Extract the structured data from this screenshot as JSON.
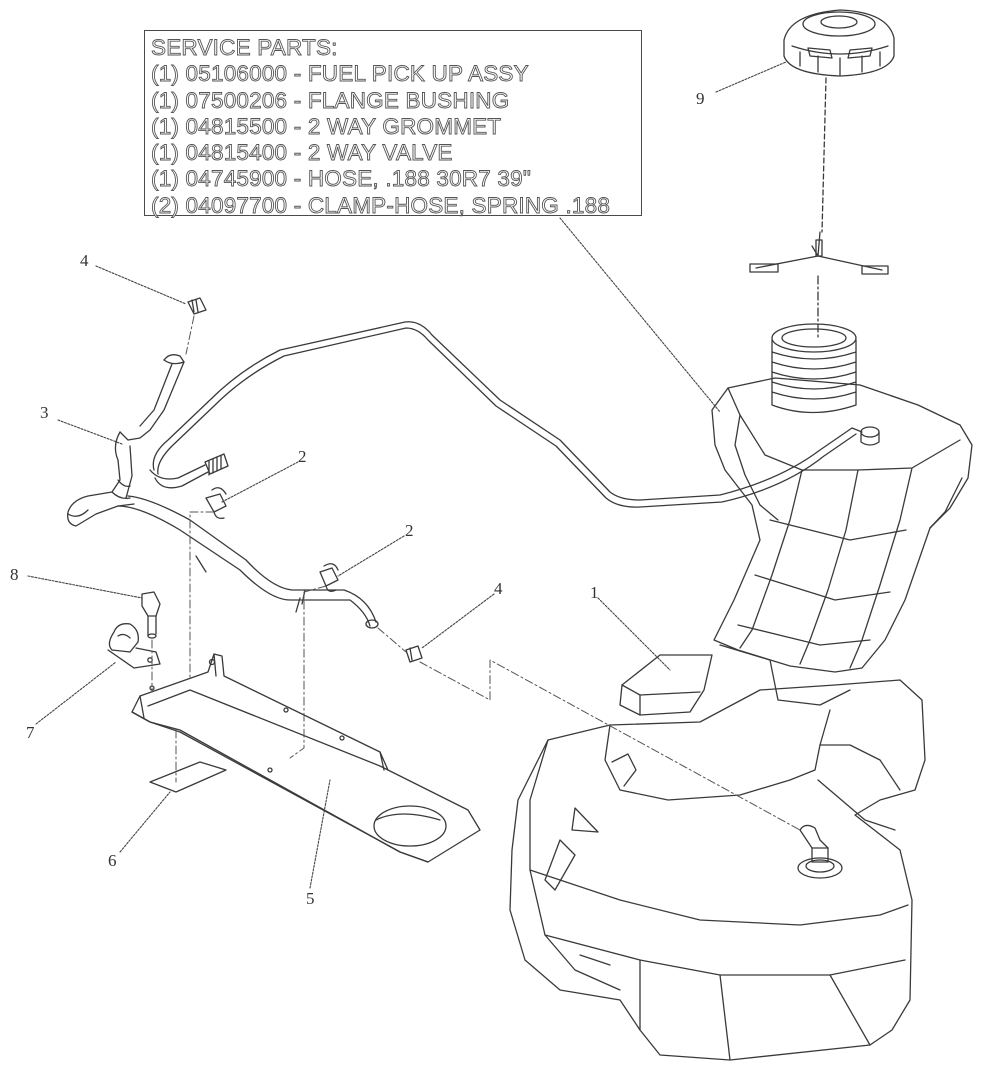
{
  "service_parts": {
    "title": "SERVICE PARTS:",
    "items": [
      "(1) 05106000 - FUEL PICK UP ASSY",
      "(1) 07500206 - FLANGE BUSHING",
      "(1) 04815500 - 2 WAY GROMMET",
      "(1) 04815400 - 2 WAY VALVE",
      "(1) 04745900 - HOSE, .188 30R7 39\"",
      "(2) 04097700 - CLAMP-HOSE, SPRING .188"
    ]
  },
  "callouts": [
    {
      "label": "1",
      "part": "fuel-tank"
    },
    {
      "label": "2",
      "part": "hose-clamp-upper"
    },
    {
      "label": "2",
      "part": "hose-clamp-lower"
    },
    {
      "label": "3",
      "part": "vent-hose"
    },
    {
      "label": "4",
      "part": "hose-fitting-upper"
    },
    {
      "label": "4",
      "part": "hose-fitting-lower"
    },
    {
      "label": "5",
      "part": "tank-mounting-bracket"
    },
    {
      "label": "6",
      "part": "rubber-pad"
    },
    {
      "label": "7",
      "part": "mounting-clamp"
    },
    {
      "label": "8",
      "part": "valve-fitting"
    },
    {
      "label": "9",
      "part": "fuel-cap"
    }
  ],
  "colors": {
    "line": "#3a3a3a",
    "background": "#ffffff"
  }
}
